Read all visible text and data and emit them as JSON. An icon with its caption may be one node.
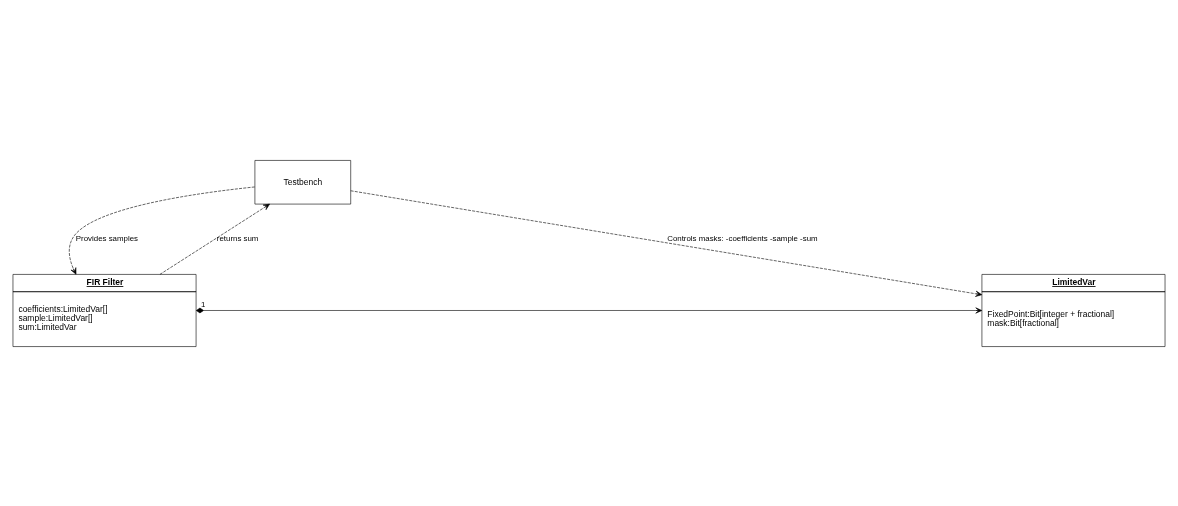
{
  "diagram": {
    "nodes": [
      {
        "text": [
          "Testbench"
        ]
      },
      {
        "text": [
          "FIR Filter",
          "coefficients:LimitedVar[]",
          "sample:LimitedVar[]",
          "sum:LimitedVar"
        ]
      },
      {
        "text": [
          "LimitedVar",
          "FixedPoint:Bit[integer + fractional]",
          "mask:Bit[fractional]"
        ]
      }
    ],
    "edges": [
      {
        "from": 0,
        "to": 1,
        "arrow": "to",
        "style": "dashed",
        "label": "Provides samples"
      },
      {
        "from": 1,
        "to": 0,
        "arrow": "to",
        "style": "dashed",
        "label": "returns sum"
      },
      {
        "from": 0,
        "to": 2,
        "arrow": "to",
        "style": "dashed",
        "label": "Controls masks: -coefficients -sample -sum"
      },
      {
        "from": 1,
        "to": 2,
        "arrow": "to",
        "label": "1"
      }
    ]
  }
}
